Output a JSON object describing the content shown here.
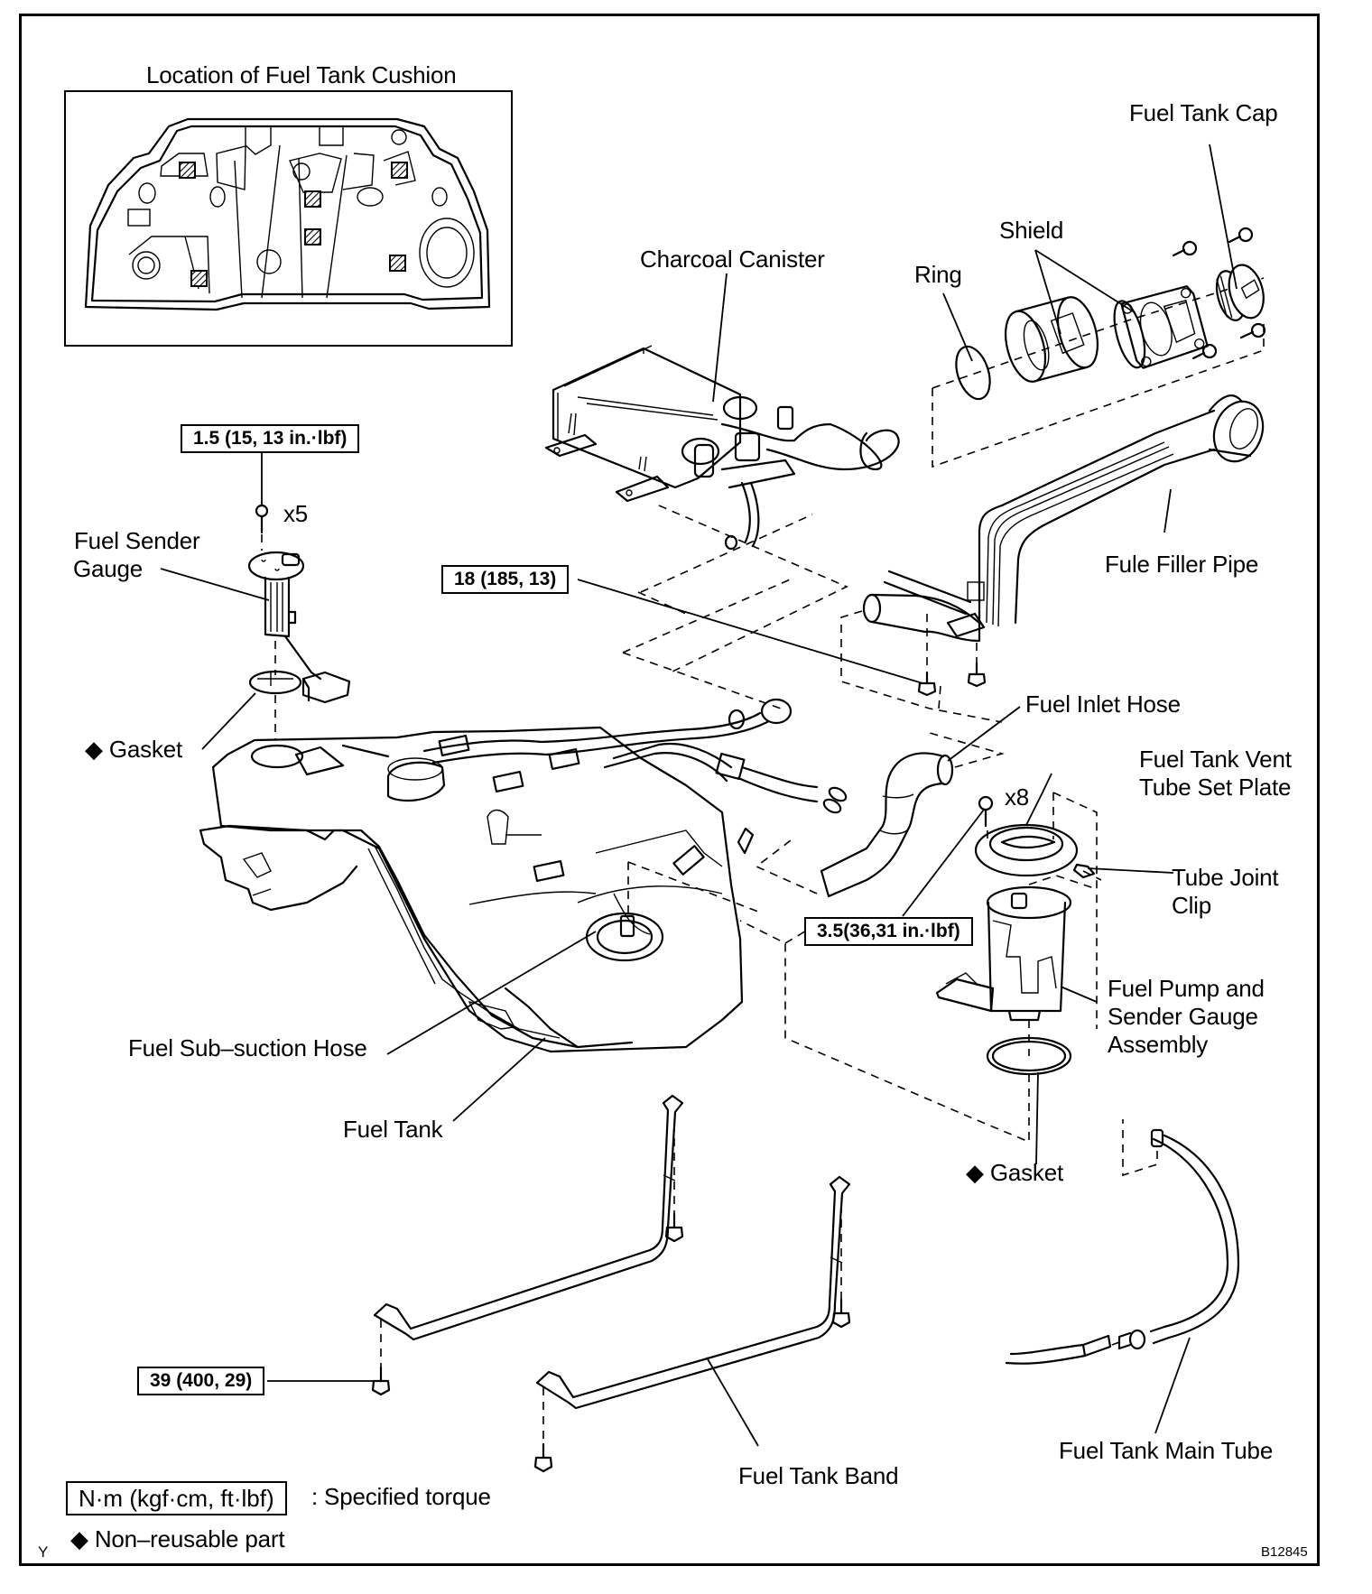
{
  "diagram": {
    "figure_id": "B12845",
    "corner_mark": "Y",
    "inset": {
      "title": "Location of Fuel Tank Cushion"
    },
    "labels": {
      "fuel_tank_cap": "Fuel Tank Cap",
      "shield": "Shield",
      "ring": "Ring",
      "charcoal_canister": "Charcoal Canister",
      "fuel_sender_gauge_line1": "Fuel Sender",
      "fuel_sender_gauge_line2": "Gauge",
      "gasket_top": "Gasket",
      "fuel_filler_pipe": "Fule Filler Pipe",
      "fuel_inlet_hose": "Fuel Inlet Hose",
      "vent_plate_line1": "Fuel Tank Vent",
      "vent_plate_line2": "Tube Set Plate",
      "tube_joint_clip_line1": "Tube Joint",
      "tube_joint_clip_line2": "Clip",
      "pump_line1": "Fuel Pump and",
      "pump_line2": "Sender Gauge",
      "pump_line3": "Assembly",
      "gasket_bottom": "Gasket",
      "fuel_sub_suction_hose": "Fuel Sub–suction Hose",
      "fuel_tank": "Fuel Tank",
      "fuel_tank_band": "Fuel Tank Band",
      "fuel_tank_main_tube": "Fuel Tank Main Tube"
    },
    "quantities": {
      "sender_gauge_screws": "x5",
      "vent_plate_screws": "x8"
    },
    "torque_specs": {
      "sender_gauge_screw": "1.5 (15, 13 in.·lbf)",
      "filler_pipe_bolt": "18 (185, 13)",
      "vent_plate_screw": "3.5(36,31 in.·lbf)",
      "tank_band_bolt": "39 (400, 29)"
    },
    "legend": {
      "torque_units": "N·m (kgf·cm, ft·lbf)",
      "torque_desc": ": Specified torque",
      "non_reusable_symbol": "◆",
      "non_reusable_desc": "Non–reusable part"
    }
  }
}
